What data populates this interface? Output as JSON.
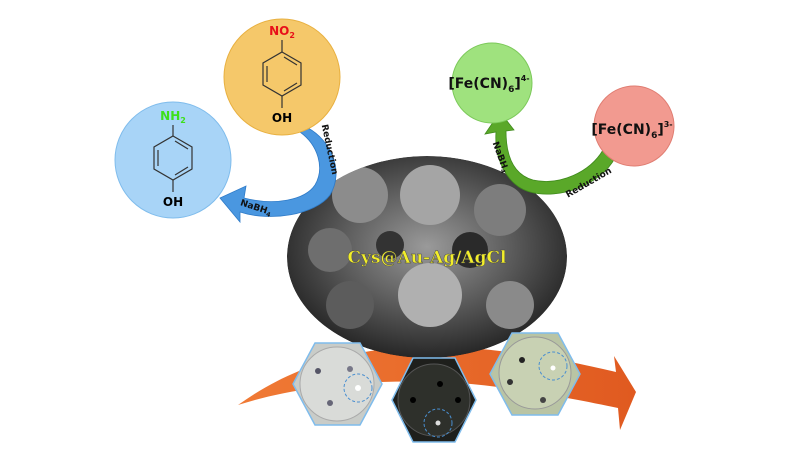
{
  "core_label": "Cys@Au-Ag/AgCl",
  "nitrophenol": {
    "substituent": "NO",
    "substituent_sub": "2",
    "bottom": "OH",
    "color": "#f5c86a",
    "substituent_color": "#e8101a"
  },
  "aminophenol": {
    "substituent": "NH",
    "substituent_sub": "2",
    "bottom": "OH",
    "color": "#a8d4f7",
    "substituent_color": "#3ee01a"
  },
  "ferrocyanide": {
    "base": "[Fe(CN)",
    "sub": "6",
    "close": "]",
    "sup": "4-",
    "color": "#9fe27e"
  },
  "ferricyanide": {
    "base": "[Fe(CN)",
    "sub": "6",
    "close": "]",
    "sup": "3-",
    "color": "#f29a90"
  },
  "left_arrow": {
    "reduction": "Reduction",
    "reagent": "NaBH",
    "reagent_sub": "4",
    "color": "#4a97e0"
  },
  "right_arrow": {
    "reduction": "Reduction",
    "reagent": "NaBH",
    "reagent_sub": "4",
    "color": "#5aa829"
  },
  "bottom_arrow": {
    "color": "#e8622a"
  }
}
